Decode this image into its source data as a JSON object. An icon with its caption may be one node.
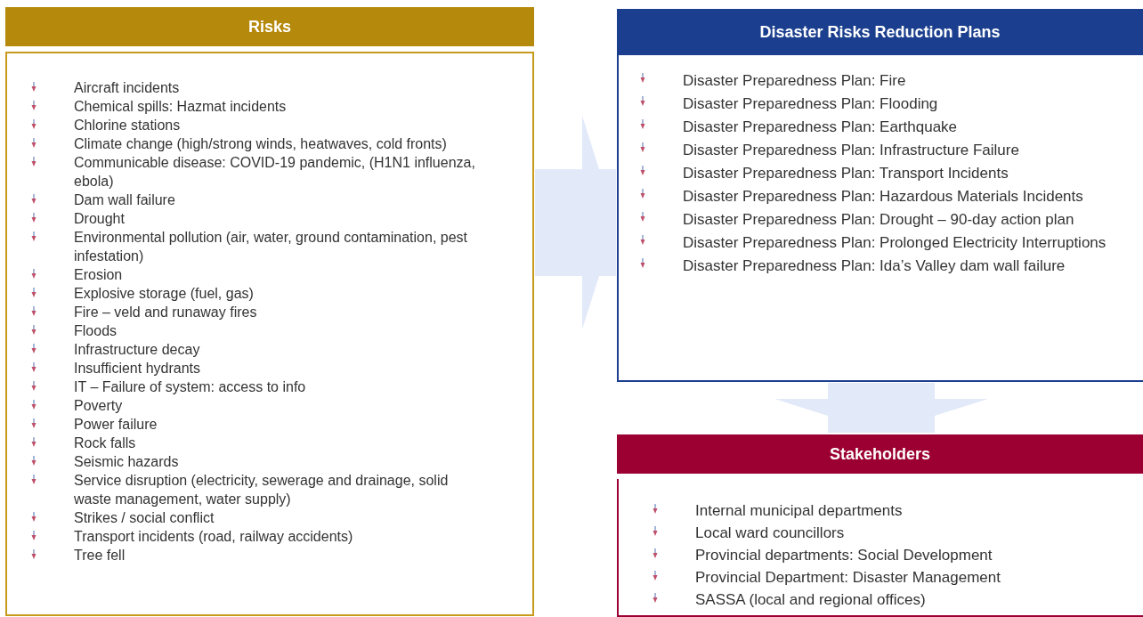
{
  "diagram": {
    "nodes": [
      {
        "text": [
          "Risks",
          "Aircraft incidents",
          "Chemical spills: Hazmat incidents",
          "Chlorine stations",
          "Climate change (high/strong winds, heatwaves, cold fronts)",
          "Communicable disease: COVID-19 pandemic, (H1N1 influenza, ebola)",
          "Dam wall failure",
          "Drought",
          "Environmental pollution (air, water, ground contamination, pest infestation)",
          "Erosion",
          "Explosive storage (fuel, gas)",
          "Fire – veld and runaway fires",
          "Floods",
          "Infrastructure decay",
          "Insufficient hydrants",
          "IT – Failure of system: access to info",
          "Poverty",
          "Power failure",
          "Rock falls",
          "Seismic hazards",
          "Service disruption (electricity, sewerage and drainage, solid waste management, water supply)",
          "Strikes / social conflict",
          "Transport incidents (road, railway accidents)",
          "Tree fell"
        ]
      },
      {
        "text": [
          "Disaster Risks Reduction Plans",
          "Disaster Preparedness Plan: Fire",
          "Disaster Preparedness Plan: Flooding",
          "Disaster Preparedness Plan: Earthquake",
          "Disaster Preparedness Plan: Infrastructure Failure",
          "Disaster Preparedness Plan: Transport Incidents",
          "Disaster Preparedness Plan: Hazardous Materials Incidents",
          "Disaster Preparedness Plan: Drought – 90-day action plan",
          "Disaster Preparedness Plan: Prolonged Electricity Interruptions",
          "Disaster Preparedness Plan: Ida’s Valley dam wall failure"
        ]
      },
      {
        "text": [
          "Stakeholders",
          "Internal municipal departments",
          "Local ward councillors",
          "Provincial departments: Social Development",
          "Provincial Department: Disaster Management",
          "SASSA (local and regional offices)"
        ]
      }
    ],
    "edges": [
      {
        "from": 0,
        "to": 1,
        "arrow": "to"
      },
      {
        "from": 1,
        "to": 2,
        "arrow": "to"
      }
    ]
  }
}
